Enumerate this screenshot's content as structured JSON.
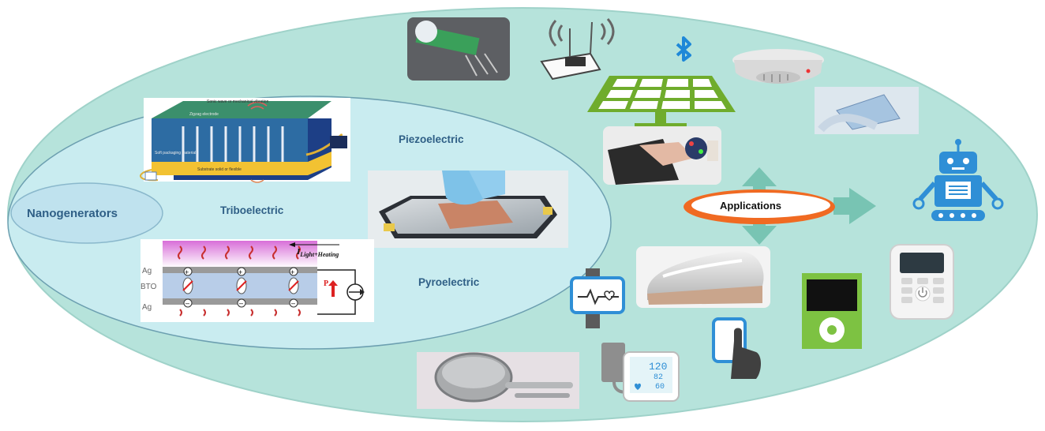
{
  "labels": {
    "nanogenerators": "Nanogenerators",
    "piezoelectric": "Piezoelectric",
    "triboelectric": "Triboelectric",
    "pyroelectric": "Pyroelectric",
    "applications": "Applications"
  },
  "triboelectric_figure": {
    "top_annotation": "Sonic wave or mechanical vibration",
    "layer_label": "Zigzag electrode",
    "left_label": "Soft packaging material",
    "bottom_label": "Substrate solid or flexible"
  },
  "pyroelectric_figure": {
    "current_label": "I",
    "current_subscript": "Light+Heating",
    "top_layer": "Ag",
    "middle_layer": "BTO",
    "bottom_layer": "Ag",
    "polarization_label": "P"
  },
  "bp_monitor": {
    "systolic": "120",
    "diastolic": "82",
    "pulse": "60"
  },
  "colors": {
    "outer_ellipse": "#b6e3db",
    "inner_ellipse": "#c9ecf0",
    "label_text": "#2f5f86",
    "arrow": "#78c4b3",
    "ring": "#f06a22",
    "solar_green": "#6fac2c",
    "bluetooth": "#1e88d8",
    "robot": "#2f8fd6",
    "player": "#7dc242"
  },
  "icons": [
    "wifi-router-icon",
    "bluetooth-icon",
    "solar-panel-icon",
    "smoke-detector-icon",
    "robot-icon",
    "smartwatch-icon",
    "smartphone-icon",
    "music-player-icon",
    "remote-control-icon",
    "blood-pressure-monitor-icon"
  ]
}
